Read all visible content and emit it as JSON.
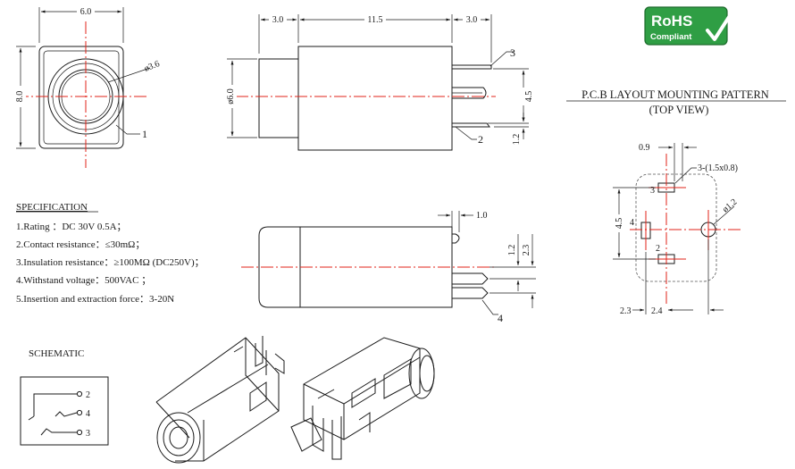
{
  "badge": {
    "line1": "RoHS",
    "line2": "Compliant",
    "color": "#2f9e44"
  },
  "front_view": {
    "width_dim": "6.0",
    "height_dim": "8.0",
    "hole_dim": "ø3.6",
    "callout": "1"
  },
  "side_view": {
    "dim_left": "3.0",
    "dim_middle": "11.5",
    "dim_right": "3.0",
    "diameter_dim": "ø6.0",
    "pin_gap_dim": "4.5",
    "pin_offset_dim": "1.2",
    "callout_top": "3",
    "callout_bottom": "2"
  },
  "bottom_view": {
    "pin_dim": "1.0",
    "dim_a": "1.2",
    "dim_b": "2.3",
    "callout": "4"
  },
  "specification": {
    "title": "SPECIFICATION",
    "items": [
      "1.Rating ：DC 30V 0.5A；",
      "2.Contact resistance：≤30mΩ；",
      "3.Insulation resistance：≥100MΩ (DC250V)；",
      "4.Withstand voltage：500VAC ；",
      "5.Insertion and extraction force：3-20N"
    ]
  },
  "pcb": {
    "title": "P.C.B LAYOUT MOUNTING PATTERN",
    "subtitle": "(TOP VIEW)",
    "dim_top": "0.9",
    "pad_note": "3-(1.5x0.8)",
    "hole_dim": "ø1.2",
    "dim_height": "4.5",
    "dim_left": "2.3",
    "dim_bottom": "2.4",
    "pad_labels": [
      "3",
      "4",
      "2"
    ]
  },
  "schematic": {
    "title": "SCHEMATIC",
    "pins": [
      "2",
      "4",
      "3"
    ]
  },
  "accent_color": "#e2231a"
}
